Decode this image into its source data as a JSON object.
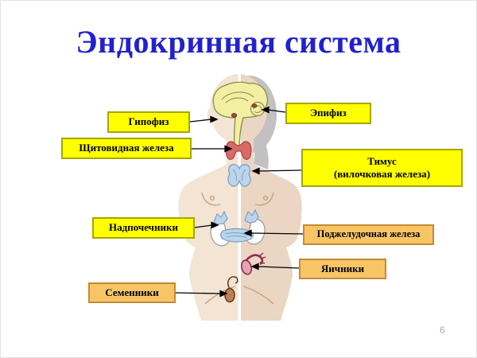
{
  "slide": {
    "title": "Эндокринная система",
    "page_number": "6"
  },
  "labels": {
    "pituitary": "Гипофиз",
    "thyroid": "Щитовидная железа",
    "pineal": "Эпифиз",
    "thymus_line1": "Тимус",
    "thymus_line2": "(вилочковая железа)",
    "adrenals": "Надпочечники",
    "pancreas": "Поджелудочная железа",
    "ovaries": "Яичники",
    "testes": "Семенники"
  },
  "colors": {
    "title": "#2121CD",
    "yellow_label_fill": "#FFFF00",
    "yellow_label_border": "#A6A600",
    "orange_label_fill": "#F7C566",
    "orange_label_border": "#C68A33",
    "arrow": "#000000",
    "skin_left": "#F3E4D4",
    "skin_right": "#EBD5C3",
    "hair_shadow": "#C2C0C0",
    "brain_fill": "#F2EEA2",
    "thyroid_fill": "#D96A6A",
    "thymus_fill": "#BBD5EC",
    "gonad_dark": "#8E2F47"
  }
}
